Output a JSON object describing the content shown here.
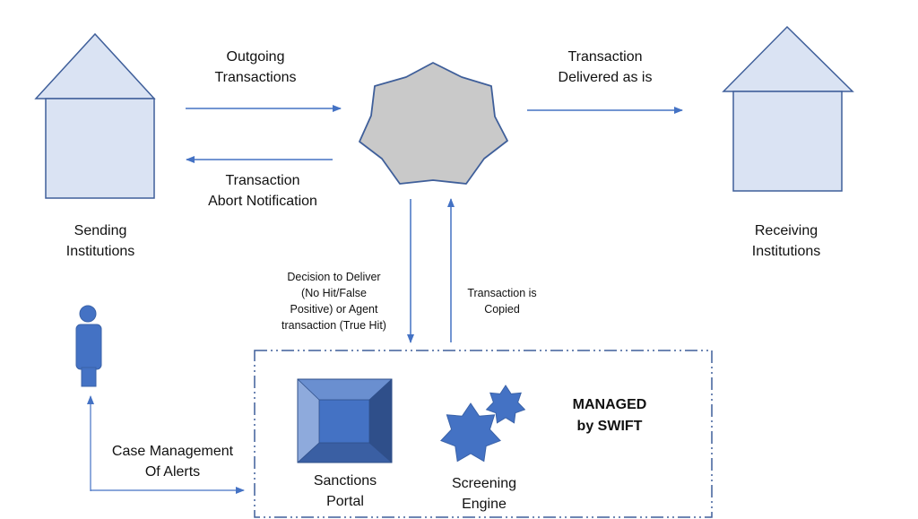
{
  "diagram": {
    "colors": {
      "house_fill": "#dae3f3",
      "house_stroke": "#3f5f9a",
      "hub_fill": "#c9c9c9",
      "hub_stroke": "#3f5f9a",
      "arrow": "#4472c4",
      "accent_blue": "#4472c4",
      "dashed_border": "#3f5f9a"
    },
    "nodes": {
      "sending": {
        "label_line1": "Sending",
        "label_line2": "Institutions",
        "icon": "house-icon"
      },
      "receiving": {
        "label_line1": "Receiving",
        "label_line2": "Institutions",
        "icon": "house-icon"
      },
      "hub": {
        "icon": "heptagon-network-hub-icon"
      },
      "analyst": {
        "icon": "person-icon"
      },
      "sanctions_portal": {
        "label_line1": "Sanctions",
        "label_line2": "Portal",
        "icon": "bevel-square-icon"
      },
      "screening_engine": {
        "label_line1": "Screening",
        "label_line2": "Engine",
        "icon": "seven-point-star-icon"
      },
      "managed_box": {
        "label_line1": "MANAGED",
        "label_line2": "by SWIFT"
      }
    },
    "edges": {
      "outgoing": {
        "label_line1": "Outgoing",
        "label_line2": "Transactions"
      },
      "abort": {
        "label_line1": "Transaction",
        "label_line2": "Abort Notification"
      },
      "delivered": {
        "label_line1": "Transaction",
        "label_line2": "Delivered as is"
      },
      "decision": {
        "label_line1": "Decision to Deliver",
        "label_line2": "(No Hit/False",
        "label_line3": "Positive)  or Agent",
        "label_line4": "transaction (True Hit)"
      },
      "copied": {
        "label_line1": "Transaction is",
        "label_line2": "Copied"
      },
      "case_mgmt": {
        "label_line1": "Case Management",
        "label_line2": "Of Alerts"
      }
    }
  }
}
